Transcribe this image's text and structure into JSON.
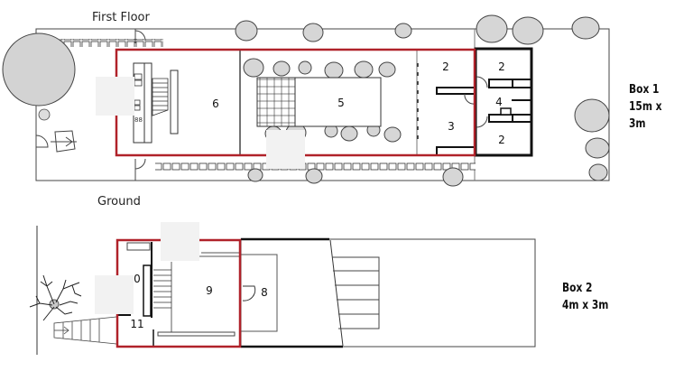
{
  "labels": {
    "first_floor": "First Floor",
    "ground": "Ground"
  },
  "boxes": [
    {
      "name": "Box 1",
      "size": "15m x 3m"
    },
    {
      "name": "Box 2",
      "size": "4m x 3m"
    }
  ],
  "rooms": {
    "r2a": "2",
    "r2b": "2",
    "r2c": "2",
    "r3": "3",
    "r4": "4",
    "r5": "5",
    "r6": "6",
    "r8": "8",
    "r9": "9",
    "r10": "0",
    "r11": "11"
  },
  "colors": {
    "box_outline": "#b0222a",
    "wall": "#111111",
    "line": "#444444",
    "tree_fill": "#d6d6d6",
    "mask": "#f2f2f2"
  }
}
